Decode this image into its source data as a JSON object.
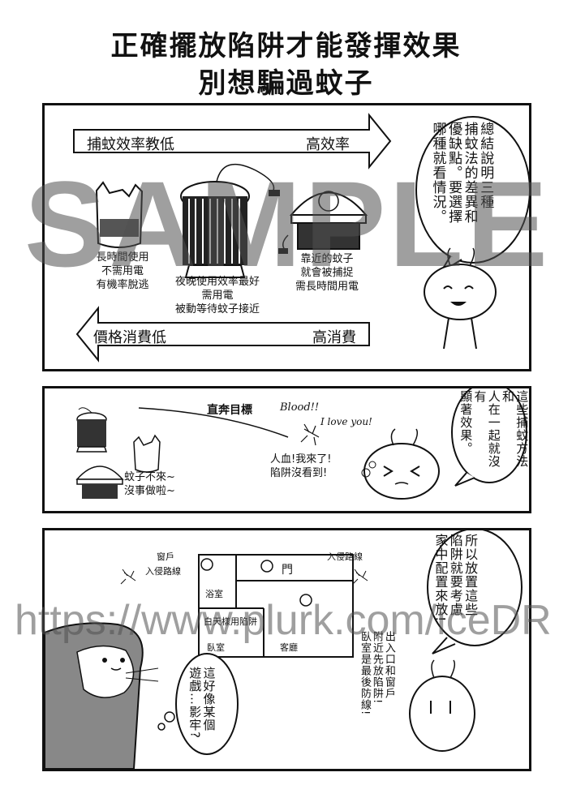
{
  "title": {
    "line1": "正確擺放陷阱才能發揮效果",
    "line2": "別想騙過蚊子"
  },
  "panel1": {
    "arrow_top_left": "捕蚊效率教低",
    "arrow_top_right": "高效率",
    "arrow_bottom_left": "價格消費低",
    "arrow_bottom_right": "高消費",
    "trap1_caption": [
      "長時間使用",
      "不需用電",
      "有機率脫逃"
    ],
    "trap2_caption": [
      "夜晚使用效率最好",
      "需用電",
      "被動等待蚊子接近"
    ],
    "trap3_caption": [
      "靠近的蚊子",
      "就會被捕捉",
      "需長時間用電"
    ],
    "bubble": [
      "總結說明三種",
      "捕蚊法的差異和",
      "優缺點。要選擇",
      "哪種就看情況。"
    ]
  },
  "panel2": {
    "direct_label": "直奔目標",
    "blood": "Blood!!",
    "love": "I love you!",
    "mosquito_line": [
      "人血!我來了!",
      "陷阱沒看到!"
    ],
    "trap_line": [
      "蚊子不來~",
      "沒事做啦~"
    ],
    "bubble": [
      "這些捕蚊方法和",
      "人在一起就沒有",
      "顯著效果。"
    ]
  },
  "panel3": {
    "bubble": [
      "所以放置這些",
      "陷阱就要考慮",
      "家中配置來放!"
    ],
    "rooms": {
      "window": "窗戶",
      "route_left": "入侵路線",
      "route_right": "入侵路線",
      "door": "門",
      "kitchen": "浴室",
      "bedroom_note": "白天樣用陷阱",
      "bedroom": "臥室",
      "living": "客廳"
    },
    "advice": [
      "出入口和窗戶",
      "附近先放陷阱!",
      "臥室是最後防線!"
    ],
    "otter_bubble": [
      "這好像某個",
      "遊戲…影牢?"
    ]
  },
  "watermark": {
    "sample": "SAMPLE",
    "url": "https://www.plurk.com/iceDR"
  }
}
